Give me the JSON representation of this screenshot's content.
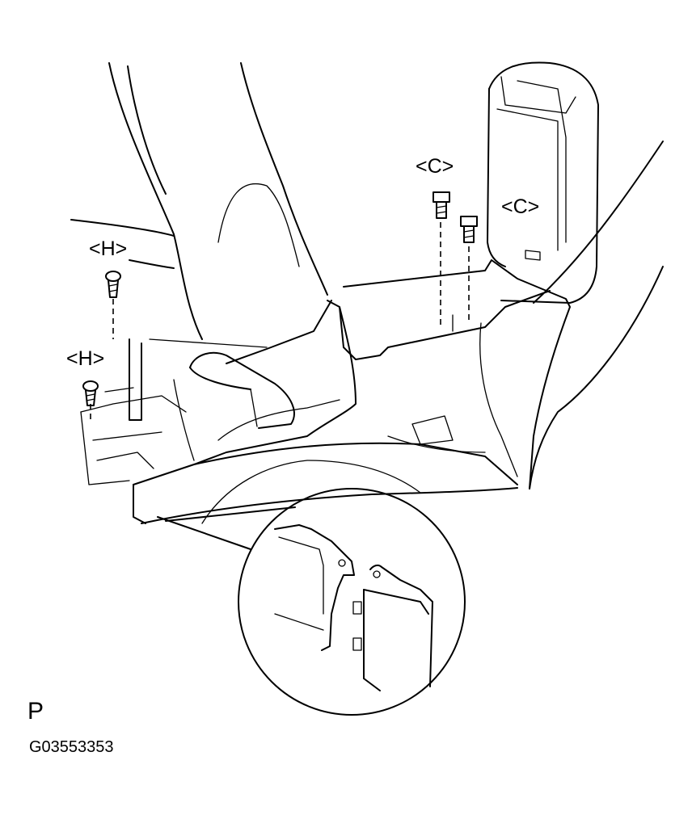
{
  "callouts": {
    "clip_h_upper": "<H>",
    "clip_h_lower": "<H>",
    "bolt_c_left": "<C>",
    "bolt_c_right": "<C>"
  },
  "view_code": "P",
  "figure_id": "G03553353"
}
